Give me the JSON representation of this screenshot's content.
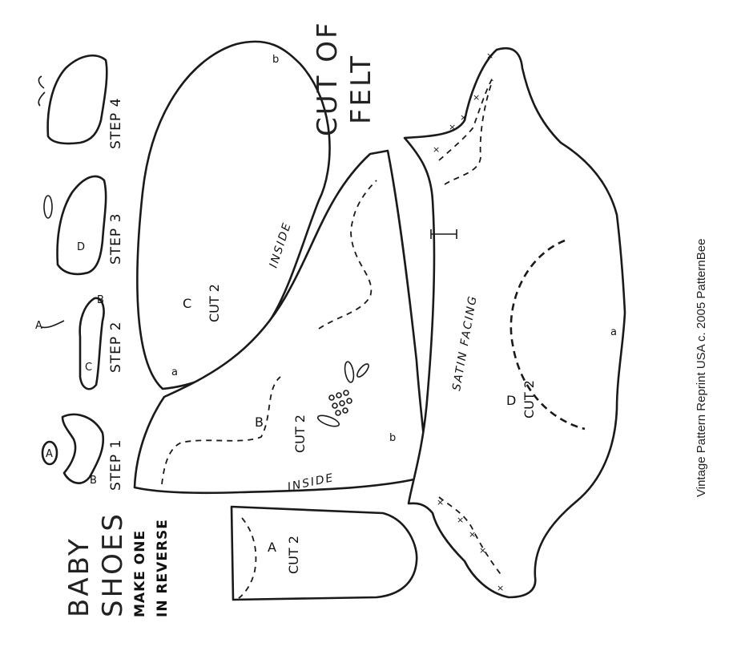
{
  "title": {
    "line1": "BABY",
    "line2": "SHOES",
    "line3": "MAKE ONE",
    "line4": "IN REVERSE"
  },
  "steps": [
    {
      "label": "STEP 1",
      "marks": [
        "A",
        "B"
      ]
    },
    {
      "label": "STEP 2",
      "marks": [
        "A",
        "C",
        "B"
      ]
    },
    {
      "label": "STEP 3",
      "marks": [
        "D"
      ]
    },
    {
      "label": "STEP 4",
      "marks": []
    }
  ],
  "pieces": {
    "a": {
      "letter": "A",
      "cut": "CUT 2"
    },
    "b": {
      "letter": "B",
      "cut": "CUT 2",
      "inside": "INSIDE",
      "mark": "b"
    },
    "c": {
      "letter": "C",
      "cut": "CUT 2",
      "inside": "INSIDE",
      "mark_a": "a",
      "mark_b": "b"
    },
    "d": {
      "letter": "D",
      "cut": "CUT 2",
      "facing": "SATIN FACING",
      "mark": "a"
    }
  },
  "felt_note": {
    "line1": "CUT OF",
    "line2": "FELT"
  },
  "credit": "Vintage Pattern Reprint USA   c. 2005 PatternBee",
  "colors": {
    "ink": "#1a1a1a",
    "paper": "#ffffff"
  }
}
